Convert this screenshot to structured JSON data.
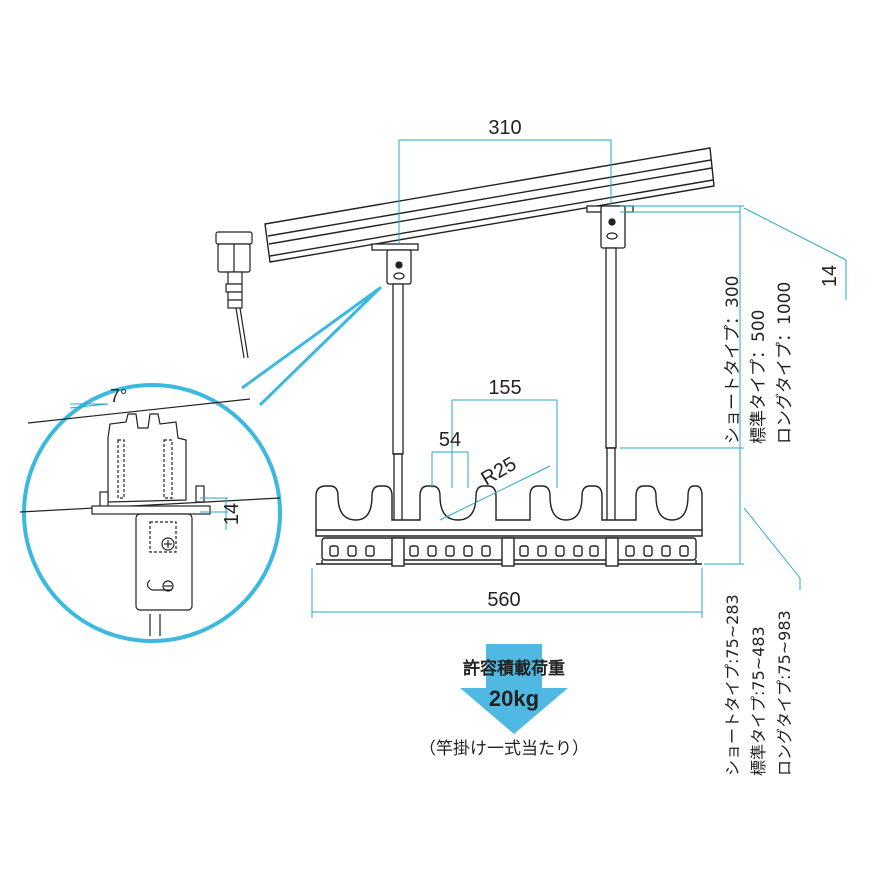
{
  "dimensions": {
    "top_span": "310",
    "inner_span": "155",
    "hook_pitch": "54",
    "hook_radius": "R25",
    "tray_width": "560",
    "rail_offset": "14",
    "detail_offset": "14",
    "tilt_angle": "7°"
  },
  "pipe_lengths": {
    "short": "ショートタイプ：300",
    "standard": "標準タイプ：500",
    "long": "ロングタイプ：1000"
  },
  "adjust_ranges": {
    "short": "ショートタイプ:75~283",
    "standard": "標準タイプ:75~483",
    "long": "ロングタイプ:75~983"
  },
  "load": {
    "label": "許容積載荷重",
    "value": "20kg",
    "note": "（竿掛け一式当たり）"
  },
  "colors": {
    "dimension_line": "#2aa7c9",
    "detail_circle": "#3db8de",
    "load_arrow": "#4fb9e3",
    "line_art": "#222222"
  }
}
